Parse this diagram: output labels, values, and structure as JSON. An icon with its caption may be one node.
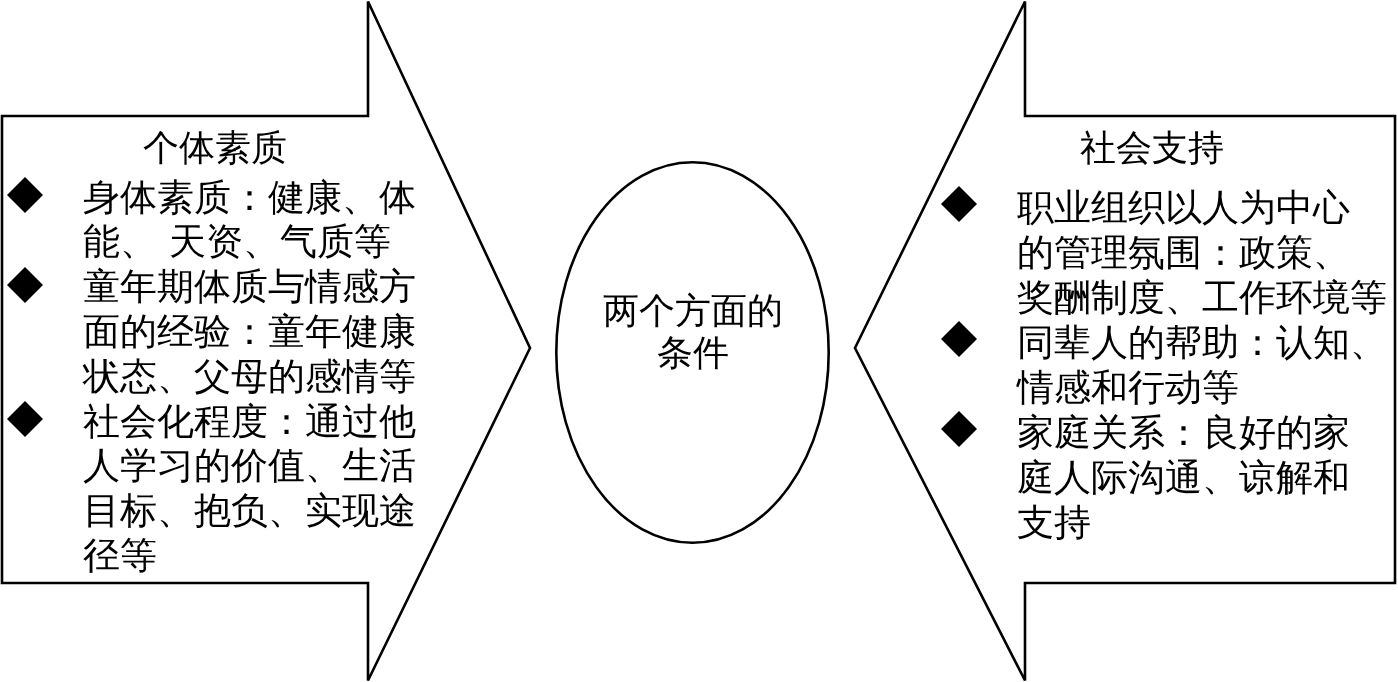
{
  "diagram": {
    "nodes": [
      {
        "text": [
          "个体素质",
          "身体素质：健康、体能、 天资、气质等",
          "童年期体质与情感方面的经验：童年健康状态、父母的感情等",
          "社会化程度：通过他人学习的价值、生活目标、抱负、实现途径等"
        ]
      },
      {
        "text": [
          "两个方面的条件"
        ]
      },
      {
        "text": [
          "社会支持",
          "职业组织以人为中心的管理氛围：政策、奖酬制度、工作环境等",
          "同辈人的帮助：认知、情感和行动等",
          "家庭关系：良好的家庭人际沟通、谅解和支持"
        ]
      }
    ]
  }
}
